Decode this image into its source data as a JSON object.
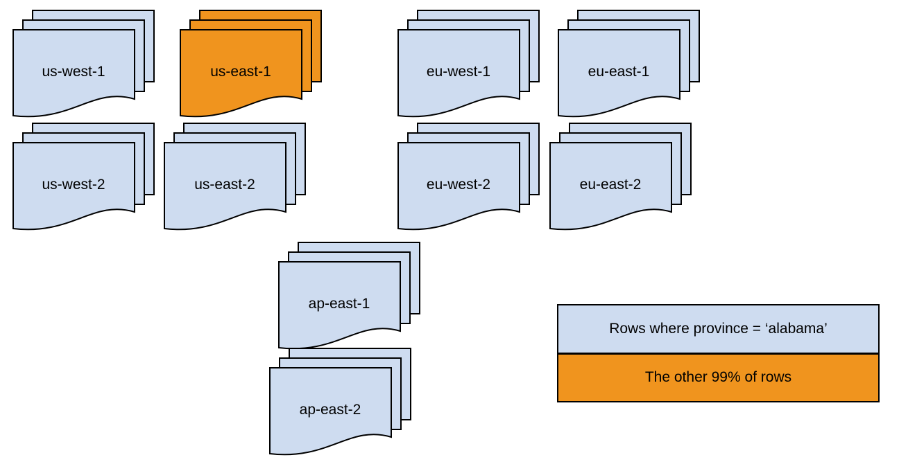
{
  "colors": {
    "background": "#FFFFFF",
    "region_fill": "#CEDCF0",
    "highlight_fill": "#F0941E",
    "stroke": "#000000",
    "text": "#000000"
  },
  "stacks": [
    {
      "label": "us-west-1",
      "highlighted": false
    },
    {
      "label": "us-east-1",
      "highlighted": true
    },
    {
      "label": "eu-west-1",
      "highlighted": false
    },
    {
      "label": "eu-east-1",
      "highlighted": false
    },
    {
      "label": "us-west-2",
      "highlighted": false
    },
    {
      "label": "us-east-2",
      "highlighted": false
    },
    {
      "label": "eu-west-2",
      "highlighted": false
    },
    {
      "label": "eu-east-2",
      "highlighted": false
    },
    {
      "label": "ap-east-1",
      "highlighted": false
    },
    {
      "label": "ap-east-2",
      "highlighted": false
    }
  ],
  "legend": {
    "items": [
      {
        "label": "Rows where province = ‘alabama’",
        "style": "default"
      },
      {
        "label": "The other 99% of rows",
        "style": "highlight"
      }
    ]
  }
}
